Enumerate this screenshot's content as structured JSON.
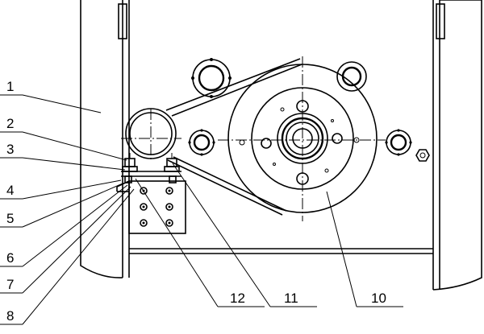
{
  "labels": {
    "l1": "1",
    "l2": "2",
    "l3": "3",
    "l4": "4",
    "l5": "5",
    "l6": "6",
    "l7": "7",
    "l8": "8",
    "l10": "10",
    "l11": "11",
    "l12": "12"
  }
}
